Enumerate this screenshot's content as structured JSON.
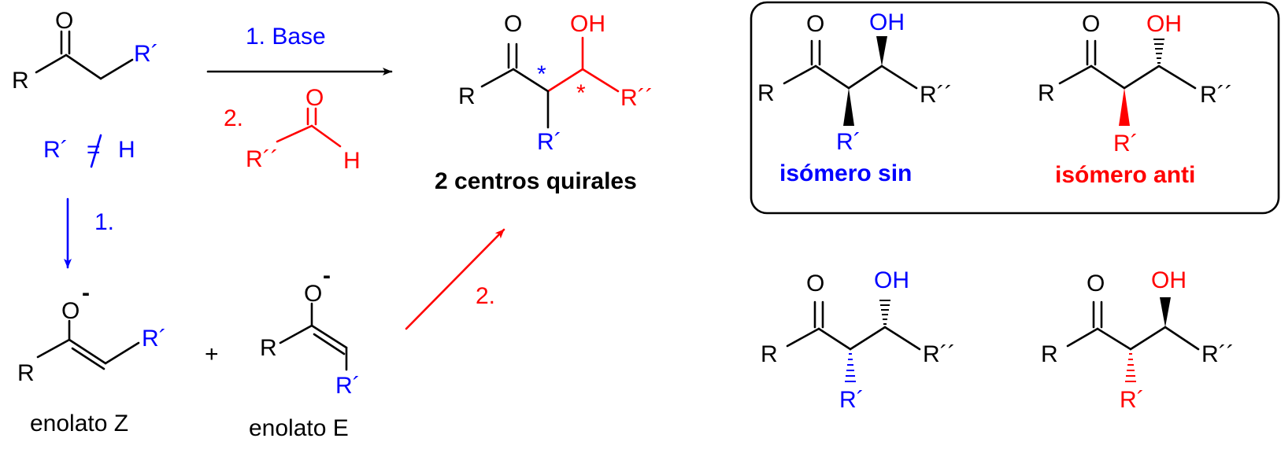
{
  "colors": {
    "black": "#000000",
    "blue": "#0000ff",
    "red": "#ff0000"
  },
  "labels": {
    "O": "O",
    "OH": "OH",
    "R": "R",
    "Rp": "R´",
    "Rpp": "R´´",
    "H": "H",
    "O_minus": "O",
    "minus": "-",
    "plus": "+",
    "star": "*"
  },
  "reagents": {
    "step1": "1. Base",
    "step2": "2.",
    "rp_neq_h": "R´",
    "neq": "=",
    "neq_h": "H",
    "arrow1": "1.",
    "arrow2": "2."
  },
  "captions": {
    "enolato_z": "enolato Z",
    "enolato_e": "enolato E",
    "product": "2 centros quirales",
    "sin": "isómero sin",
    "anti": "isómero anti"
  }
}
